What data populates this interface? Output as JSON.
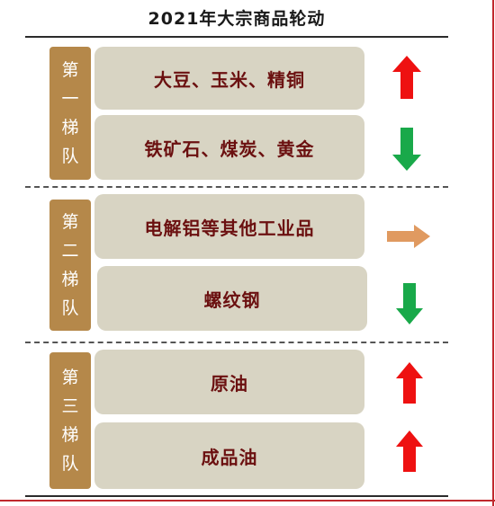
{
  "title": "2021年大宗商品轮动",
  "tiers": [
    {
      "chars": [
        "第",
        "一",
        "梯",
        "队"
      ]
    },
    {
      "chars": [
        "第",
        "二",
        "梯",
        "队"
      ]
    },
    {
      "chars": [
        "第",
        "三",
        "梯",
        "队"
      ]
    }
  ],
  "items": [
    {
      "label": "大豆、玉米、精铜",
      "trend": "up"
    },
    {
      "label": "铁矿石、煤炭、黄金",
      "trend": "down"
    },
    {
      "label": "电解铝等其他工业品",
      "trend": "right"
    },
    {
      "label": "螺纹钢",
      "trend": "down"
    },
    {
      "label": "原油",
      "trend": "up"
    },
    {
      "label": "成品油",
      "trend": "up"
    }
  ],
  "colors": {
    "up": "#ee1111",
    "down": "#19a94a",
    "right": "#e09a60",
    "tag": "#b5884a",
    "box": "#d8d4c3",
    "text": "#6b1010"
  }
}
